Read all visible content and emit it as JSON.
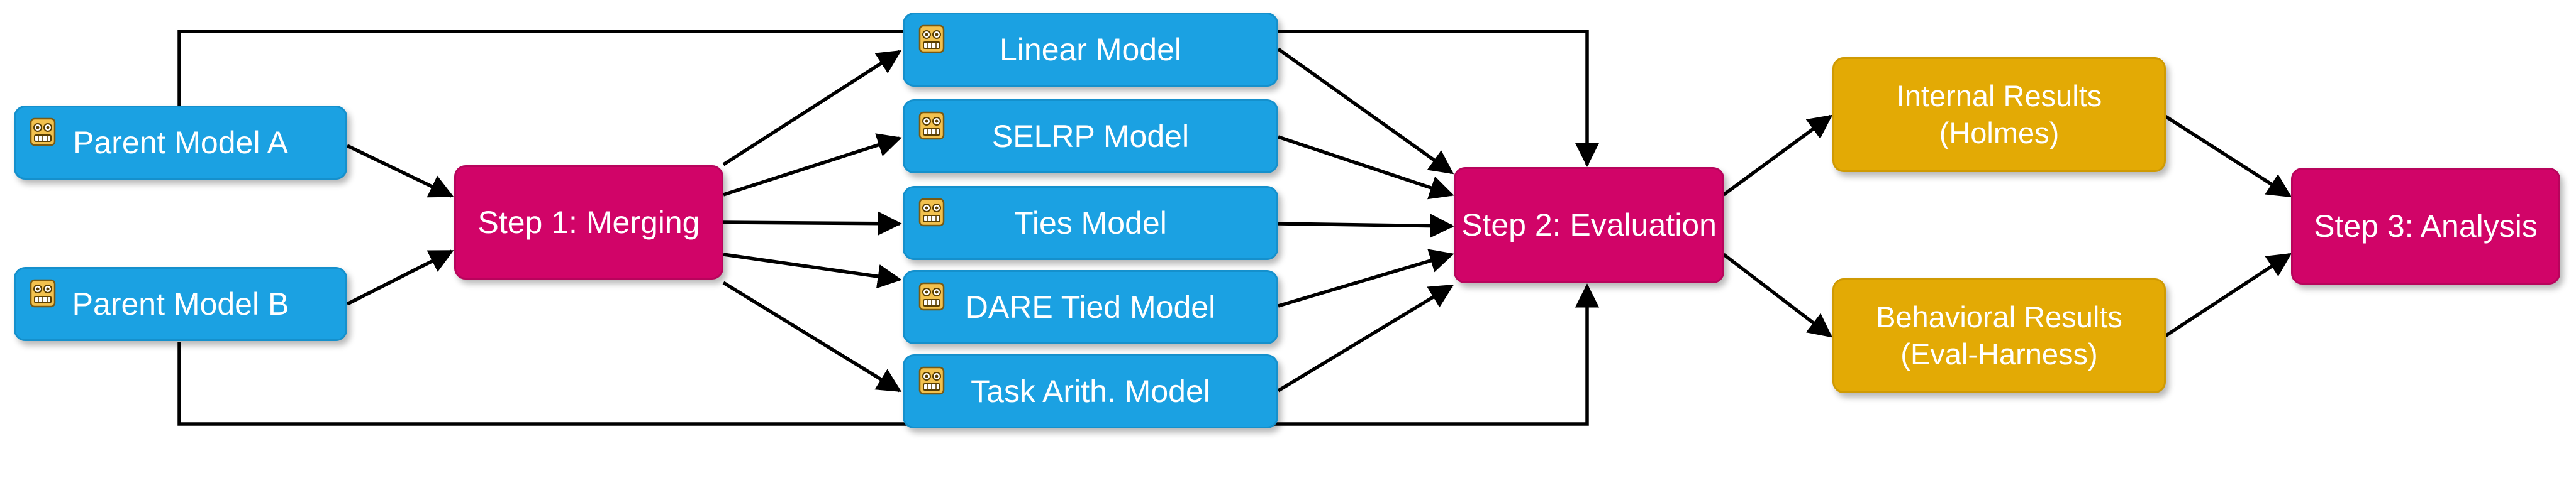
{
  "parents": [
    {
      "id": "parent-a",
      "label": "Parent Model A"
    },
    {
      "id": "parent-b",
      "label": "Parent Model B"
    }
  ],
  "step1": {
    "label": "Step 1: Merging"
  },
  "merged_models": [
    {
      "label": "Linear Model"
    },
    {
      "label": "SELRP Model"
    },
    {
      "label": "Ties Model"
    },
    {
      "label": "DARE Tied Model"
    },
    {
      "label": "Task Arith. Model"
    }
  ],
  "step2": {
    "label": "Step 2: Evaluation"
  },
  "results": [
    {
      "line1": "Internal Results",
      "line2": "(Holmes)"
    },
    {
      "line1": "Behavioral Results",
      "line2": "(Eval-Harness)"
    }
  ],
  "step3": {
    "label": "Step 3: Analysis"
  },
  "icons": {
    "model": "robot-icon"
  },
  "colors": {
    "model_box": "#1ba1e2",
    "step_box": "#d10468",
    "result_box": "#e3aa05",
    "arrow": "#000000"
  }
}
